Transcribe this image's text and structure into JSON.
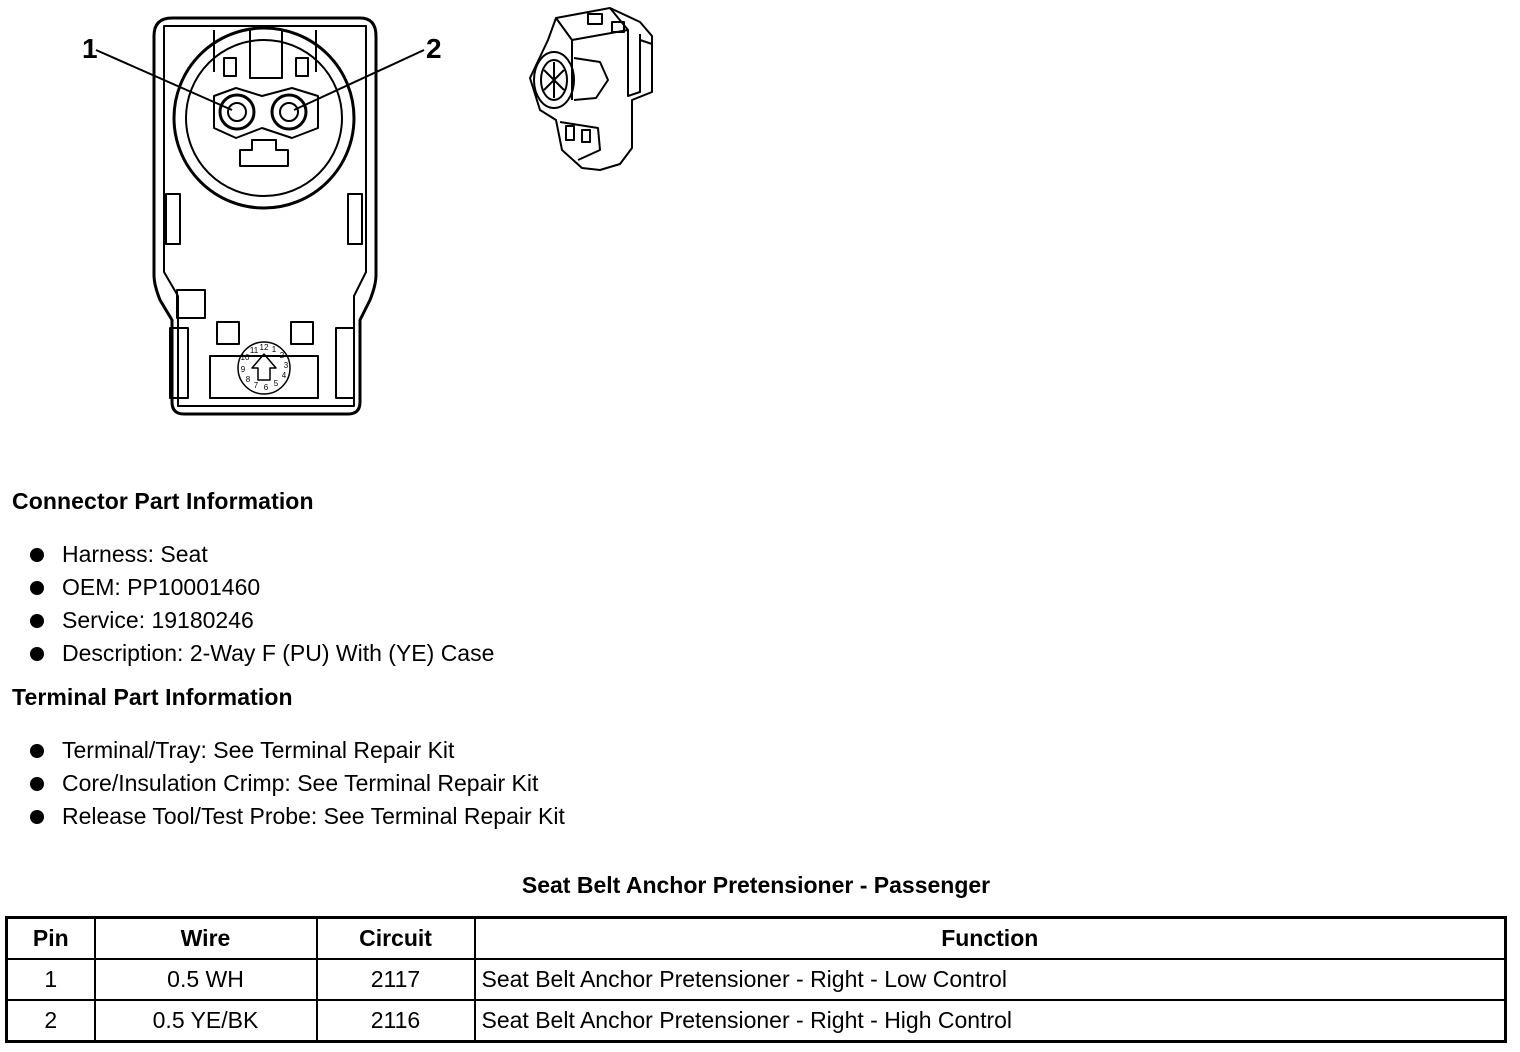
{
  "diagram": {
    "callouts": [
      "1",
      "2"
    ],
    "clock_numbers": [
      "1",
      "2",
      "3",
      "4",
      "5",
      "6",
      "7",
      "8",
      "9",
      "10",
      "11",
      "12"
    ]
  },
  "connector_info": {
    "heading": "Connector Part Information",
    "items": [
      "Harness: Seat",
      "OEM: PP10001460",
      "Service: 19180246",
      "Description: 2-Way F (PU) With (YE) Case"
    ]
  },
  "terminal_info": {
    "heading": "Terminal Part Information",
    "items": [
      "Terminal/Tray: See Terminal Repair Kit",
      "Core/Insulation Crimp: See Terminal Repair Kit",
      "Release Tool/Test Probe: See Terminal Repair Kit"
    ]
  },
  "pin_table": {
    "title": "Seat Belt Anchor Pretensioner - Passenger",
    "headers": [
      "Pin",
      "Wire",
      "Circuit",
      "Function"
    ],
    "rows": [
      [
        "1",
        "0.5 WH",
        "2117",
        "Seat Belt Anchor Pretensioner - Right - Low Control"
      ],
      [
        "2",
        "0.5 YE/BK",
        "2116",
        "Seat Belt Anchor Pretensioner - Right - High Control"
      ]
    ]
  }
}
